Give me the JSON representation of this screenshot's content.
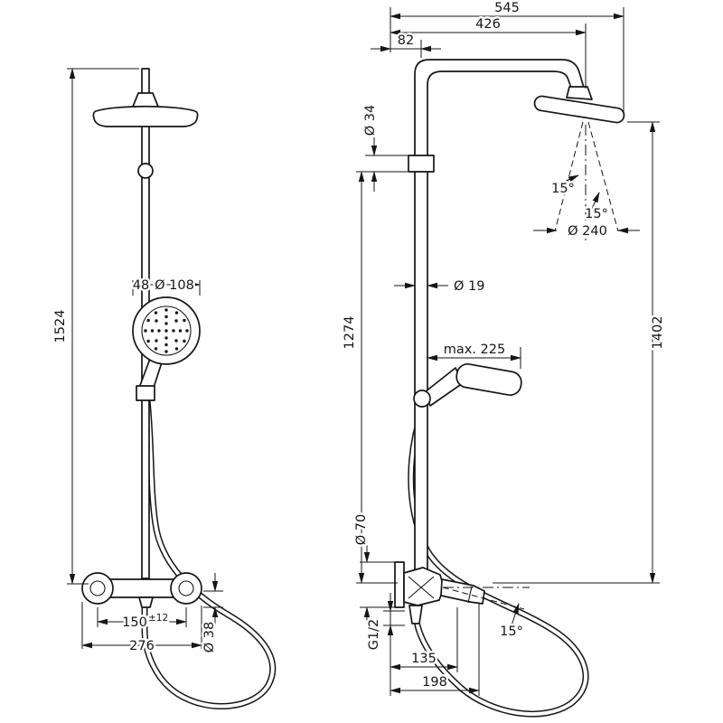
{
  "drawing": {
    "front_view": {
      "total_height": "1524",
      "hand_shower_offset": "48",
      "hand_shower_diameter": "Ø 108",
      "valve_center_distance": "150",
      "valve_center_tolerance": "±12",
      "valve_width": "276",
      "escutcheon_diameter": "Ø 38"
    },
    "side_view": {
      "overall_reach": "545",
      "arm_reach": "426",
      "riser_offset": "82",
      "arm_diameter": "Ø 34",
      "head_tilt_angle": "15°",
      "spray_angle": "15°",
      "spray_diameter": "Ø 240",
      "riser_diameter": "Ø 19",
      "riser_height": "1274",
      "overall_height": "1402",
      "hand_shower_reach": "max. 225",
      "escutcheon_diameter": "Ø 70",
      "connection_thread": "G1/2",
      "spout_reach_inner": "135",
      "spout_reach_outer": "198",
      "spout_angle": "15°"
    }
  }
}
